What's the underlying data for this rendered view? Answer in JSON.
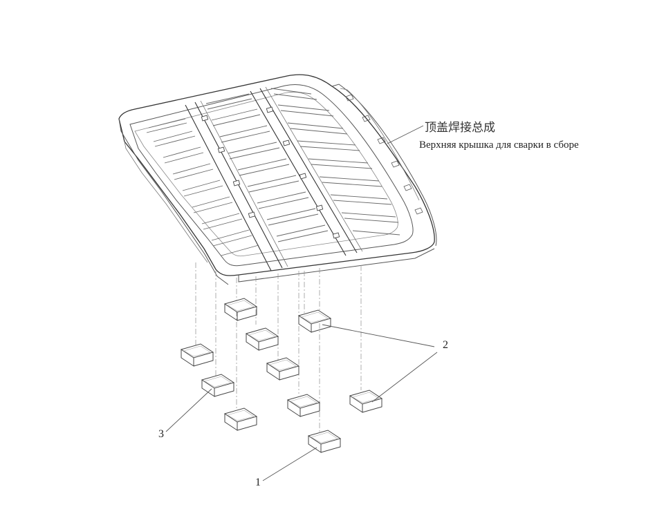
{
  "title": {
    "zh": "顶盖焊接总成",
    "ru": "Верхняя крышка для сварки в сборе"
  },
  "callouts": {
    "part1": "1",
    "part2": "2",
    "part3": "3"
  },
  "colors": {
    "line": "#333333",
    "paper": "#ffffff"
  }
}
